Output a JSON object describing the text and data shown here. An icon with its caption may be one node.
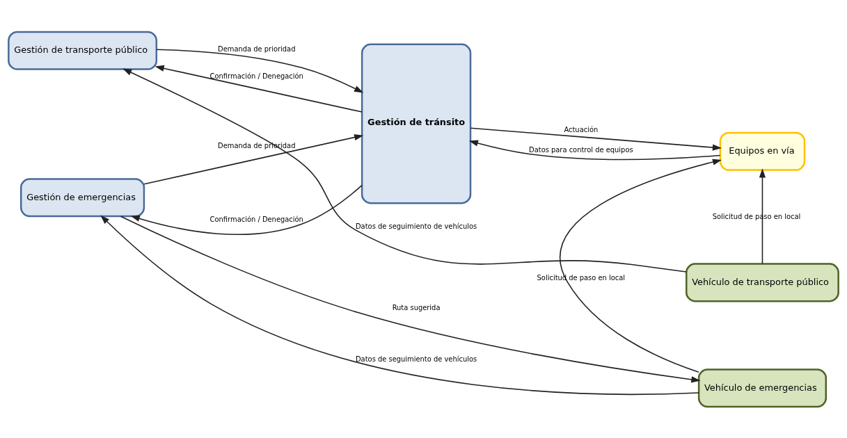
{
  "diagram": {
    "nodes": [
      {
        "text": [
          "Gestión de transporte público"
        ]
      },
      {
        "text": [
          "Gestión de tránsito"
        ]
      },
      {
        "text": [
          "Vehículo de transporte público"
        ]
      },
      {
        "text": [
          "Gestión de emergencias"
        ]
      },
      {
        "text": [
          "Equipos en vía"
        ]
      },
      {
        "text": [
          "Vehículo de emergencias"
        ]
      }
    ],
    "edges": [
      {
        "from": 1,
        "to": 0,
        "arrow": "to",
        "label": "Confirmación / Denegación"
      },
      {
        "from": 0,
        "to": 1,
        "arrow": "to",
        "label": "Demanda de prioridad"
      },
      {
        "from": 1,
        "to": 3,
        "arrow": "to",
        "label": "Confirmación / Denegación"
      },
      {
        "from": 3,
        "to": 1,
        "arrow": "to",
        "label": "Demanda de prioridad"
      },
      {
        "from": 4,
        "to": 1,
        "arrow": "to",
        "label": "Datos para control de equipos"
      },
      {
        "from": 1,
        "to": 4,
        "arrow": "to",
        "label": "Actuación"
      },
      {
        "from": 2,
        "to": 4,
        "arrow": "to",
        "label": "Solicitud de paso en local"
      },
      {
        "from": 5,
        "to": 4,
        "arrow": "to",
        "label": "Solicitud de paso en local"
      },
      {
        "from": 2,
        "to": 0,
        "arrow": "to",
        "label": "Datos de seguimiento de vehículos"
      },
      {
        "from": 3,
        "to": 5,
        "arrow": "to",
        "label": "Ruta sugerida"
      },
      {
        "from": 5,
        "to": 3,
        "arrow": "to",
        "label": "Datos de seguimiento de vehículos"
      }
    ]
  }
}
